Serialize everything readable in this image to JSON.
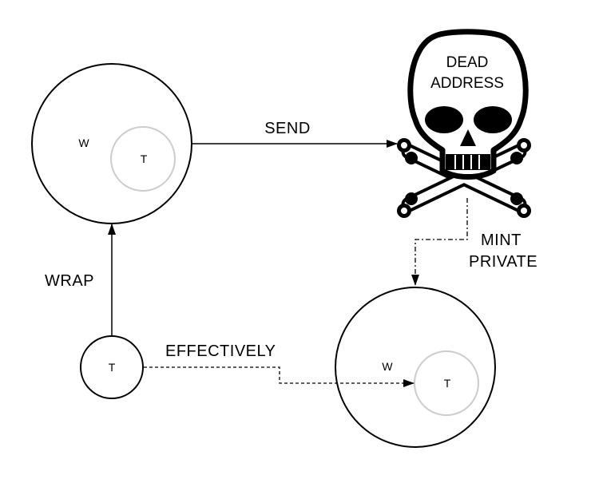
{
  "nodes": {
    "wrapped_top": {
      "outer_label": "W",
      "inner_label": "T"
    },
    "token_source": {
      "label": "T"
    },
    "wrapped_bottom": {
      "outer_label": "W",
      "inner_label": "T"
    },
    "dead_address": {
      "line1": "DEAD",
      "line2": "ADDRESS"
    }
  },
  "edges": {
    "wrap": {
      "label": "WRAP"
    },
    "send": {
      "label": "SEND"
    },
    "mint_private": {
      "line1": "MINT",
      "line2": "PRIVATE"
    },
    "effectively": {
      "label": "EFFECTIVELY"
    }
  }
}
